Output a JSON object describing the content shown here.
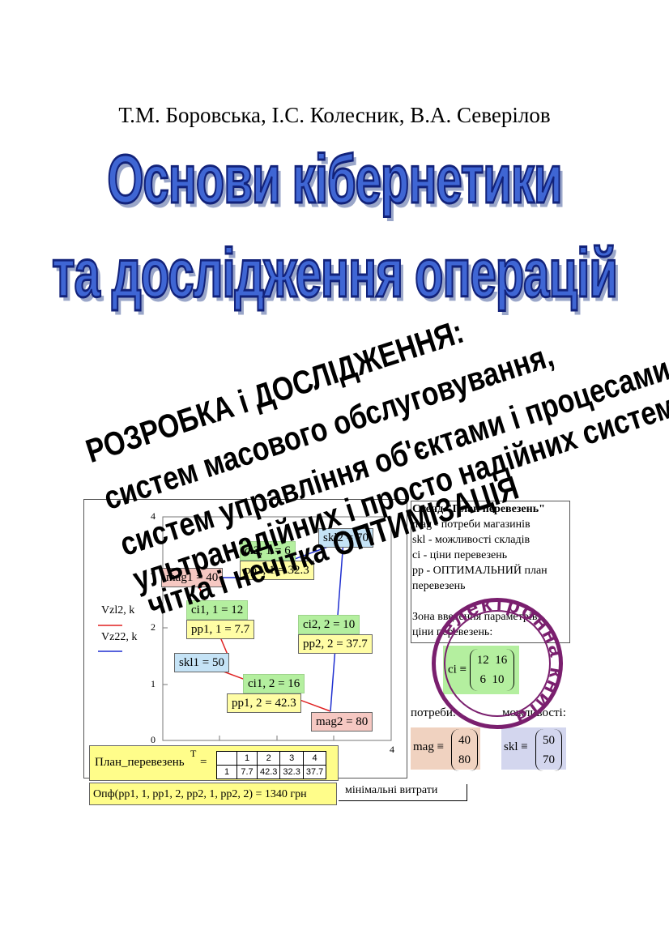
{
  "authors": "Т.М. Боровська, І.С. Колесник, В.А. Северілов",
  "title_line1": "Основи кібернетики",
  "title_line2": "та дослідження операцій",
  "slogan_lines": [
    "РОЗРОБКА і ДОСЛІДЖЕННЯ:",
    "систем масового обслуговування,",
    "систем управління об'єктами і процесами,",
    "ультранадійних і просто надійних систем,",
    "чітка і нечітка ОПТИМІЗАЦІЯ"
  ],
  "chart": {
    "legend": [
      "Vzl2, k",
      "Vz22, k"
    ],
    "y_ticks": [
      "0",
      "1",
      "2",
      "3",
      "4"
    ],
    "x_ticks": [
      "4"
    ],
    "tags": {
      "mag1": "mag1 = 40",
      "ci21": "ci2, 1 = 6",
      "pp21": "pp2, 1 = 32.3",
      "skl2": "skl2 = 70",
      "ci11": "ci1, 1 = 12",
      "pp11": "pp1, 1 = 7.7",
      "ci22": "ci2, 2 = 10",
      "pp22": "pp2, 2 = 37.7",
      "skl1": "skl1 = 50",
      "ci12": "ci1, 2 = 16",
      "pp12": "pp1, 2 = 42.3",
      "mag2": "mag2 = 80"
    }
  },
  "side_panel": {
    "heading": "Стенд \"План перевезень\"",
    "lines": [
      "mag - потреби магазинів",
      "skl - можливості складів",
      "ci - ціни перевезень",
      "pp - ОПТИМАЛЬНИЙ план перевезень",
      "Зона введення параметрів:",
      "ціни перевезень:"
    ]
  },
  "ci_matrix": {
    "label": "ci ≡",
    "rows": [
      [
        "12",
        "16"
      ],
      [
        "6",
        "10"
      ]
    ]
  },
  "needs_label": "потреби:",
  "capacities_label": "можливості:",
  "mag_matrix": {
    "label": "mag ≡",
    "values": [
      "40",
      "80"
    ]
  },
  "skl_matrix": {
    "label": "skl ≡",
    "values": [
      "50",
      "70"
    ]
  },
  "plan": {
    "label": "План_перевезень",
    "superscript": "T",
    "equals": "=",
    "header": [
      "",
      "1",
      "2",
      "3",
      "4"
    ],
    "row": [
      "1",
      "7.7",
      "42.3",
      "32.3",
      "37.7"
    ]
  },
  "objective": "Опф(pp1, 1, pp1, 2, pp2, 1, pp2, 2) = 1340 грн",
  "objective_note": "мінімальні витрати",
  "stamp_text": "електронна книга",
  "colors": {
    "title_fill": "#3f66d4",
    "title_stroke": "#12227a",
    "stamp": "#7a1f6e",
    "red_line": "#e02020",
    "blue_line": "#1f2fd0"
  }
}
